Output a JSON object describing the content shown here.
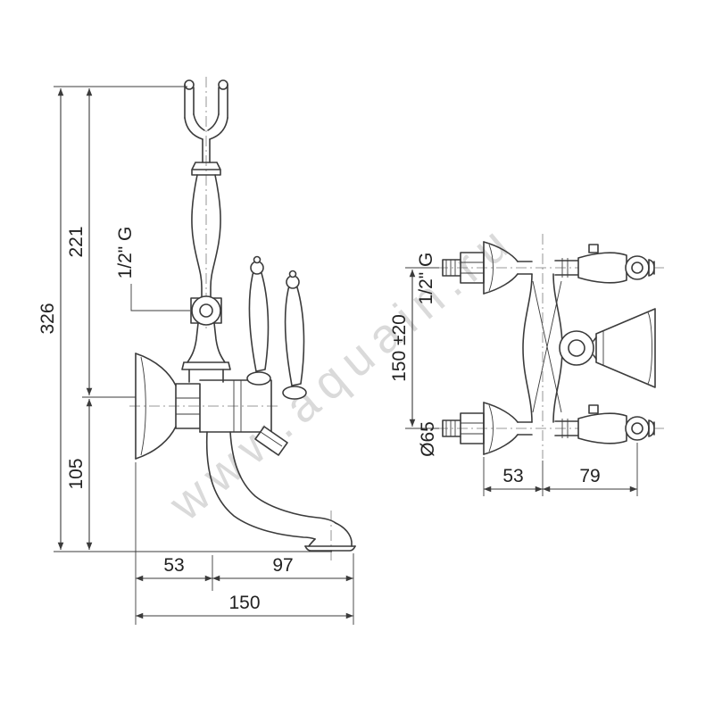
{
  "watermark": "www.aquain.ru",
  "side_view": {
    "dim_total_height": "326",
    "dim_upper": "221",
    "dim_lower": "105",
    "thread_label": "1/2\" G",
    "dim_wall_to_body": "53",
    "dim_body_to_spout": "97",
    "dim_total_depth": "150"
  },
  "front_view": {
    "thread_label": "1/2\" G",
    "dim_centers": "150 ±20",
    "dim_flange_diameter": "Ø65",
    "dim_left_span": "53",
    "dim_right_span": "79"
  }
}
